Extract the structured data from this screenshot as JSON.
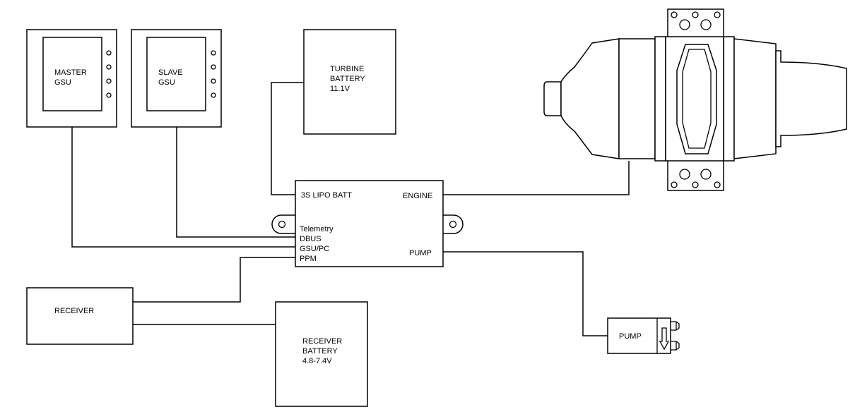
{
  "master_gsu": {
    "line1": "MASTER",
    "line2": "GSU"
  },
  "slave_gsu": {
    "line1": "SLAVE",
    "line2": "GSU"
  },
  "turbine_battery": {
    "line1": "TURBINE",
    "line2": "BATTERY",
    "line3": "11.1V"
  },
  "ecu": {
    "lipo": "3S LIPO BATT",
    "engine": "ENGINE",
    "telemetry": "Telemetry",
    "dbus": "DBUS",
    "gsu_pc": "GSU/PC",
    "ppm": "PPM",
    "pump": "PUMP"
  },
  "receiver": {
    "label": "RECEIVER"
  },
  "receiver_battery": {
    "line1": "RECEIVER",
    "line2": "BATTERY",
    "line3": "4.8-7.4V"
  },
  "pump": {
    "label": "PUMP"
  }
}
